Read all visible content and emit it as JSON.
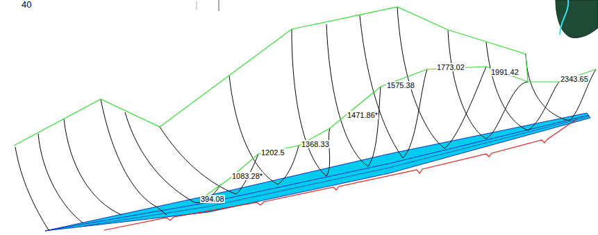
{
  "diagram": {
    "labels": [
      "40",
      "394.08",
      "1083.28*",
      "1202.5",
      "1368.33",
      "1471.86*",
      "1575.38",
      "1773.02",
      "1991.42",
      "2343.65"
    ]
  }
}
